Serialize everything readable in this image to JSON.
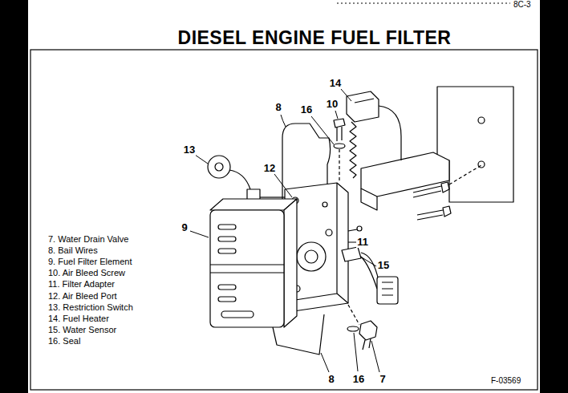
{
  "diagram": {
    "title": "DIESEL ENGINE FUEL FILTER",
    "labels": [
      "8C-3",
      "14",
      "8",
      "16",
      "10",
      "13",
      "12",
      "9",
      "11",
      "15",
      "8",
      "16",
      "7",
      "7. Water Drain Valve",
      "8. Bail Wires",
      "9. Fuel Filter Element",
      "10. Air Bleed Screw",
      "11. Filter Adapter",
      "12. Air Bleed Port",
      "13. Restriction Switch",
      "14. Fuel Heater",
      "15. Water Sensor",
      "16. Seal",
      "F-03569"
    ]
  }
}
